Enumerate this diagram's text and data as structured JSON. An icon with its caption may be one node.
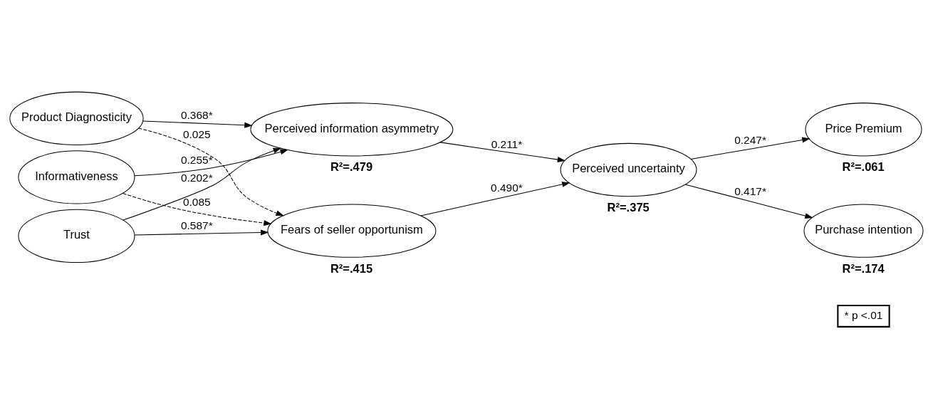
{
  "diagram": {
    "nodes": [
      {
        "text": [
          "Product Diagnosticity"
        ]
      },
      {
        "text": [
          "Informativeness"
        ]
      },
      {
        "text": [
          "Trust"
        ]
      },
      {
        "text": [
          "Perceived information asymmetry"
        ],
        "beside": [
          "R²=.479"
        ]
      },
      {
        "text": [
          "Fears of seller opportunism"
        ],
        "beside": [
          "R²=.415"
        ]
      },
      {
        "text": [
          "Perceived uncertainty"
        ],
        "beside": [
          "R²=.375"
        ]
      },
      {
        "text": [
          "Price Premium"
        ],
        "beside": [
          "R²=.061"
        ]
      },
      {
        "text": [
          "Purchase intention"
        ],
        "beside": [
          "R²=.174"
        ]
      },
      {
        "text": [
          "* p <.01"
        ]
      }
    ],
    "edges": [
      {
        "from": 0,
        "to": 3,
        "arrow": "to",
        "label": "0.368*"
      },
      {
        "from": 0,
        "to": 4,
        "arrow": "to",
        "label": "0.025",
        "style": "dashed"
      },
      {
        "from": 1,
        "to": 3,
        "arrow": "to",
        "label": "0.255*"
      },
      {
        "from": 1,
        "to": 4,
        "arrow": "to",
        "label": "0.085",
        "style": "dashed"
      },
      {
        "from": 2,
        "to": 3,
        "arrow": "to",
        "label": "0.202*"
      },
      {
        "from": 2,
        "to": 4,
        "arrow": "to",
        "label": "0.587*"
      },
      {
        "from": 3,
        "to": 5,
        "arrow": "to",
        "label": "0.211*"
      },
      {
        "from": 4,
        "to": 5,
        "arrow": "to",
        "label": "0.490*"
      },
      {
        "from": 5,
        "to": 6,
        "arrow": "to",
        "label": "0.247*"
      },
      {
        "from": 5,
        "to": 7,
        "arrow": "to",
        "label": "0.417*"
      }
    ]
  }
}
